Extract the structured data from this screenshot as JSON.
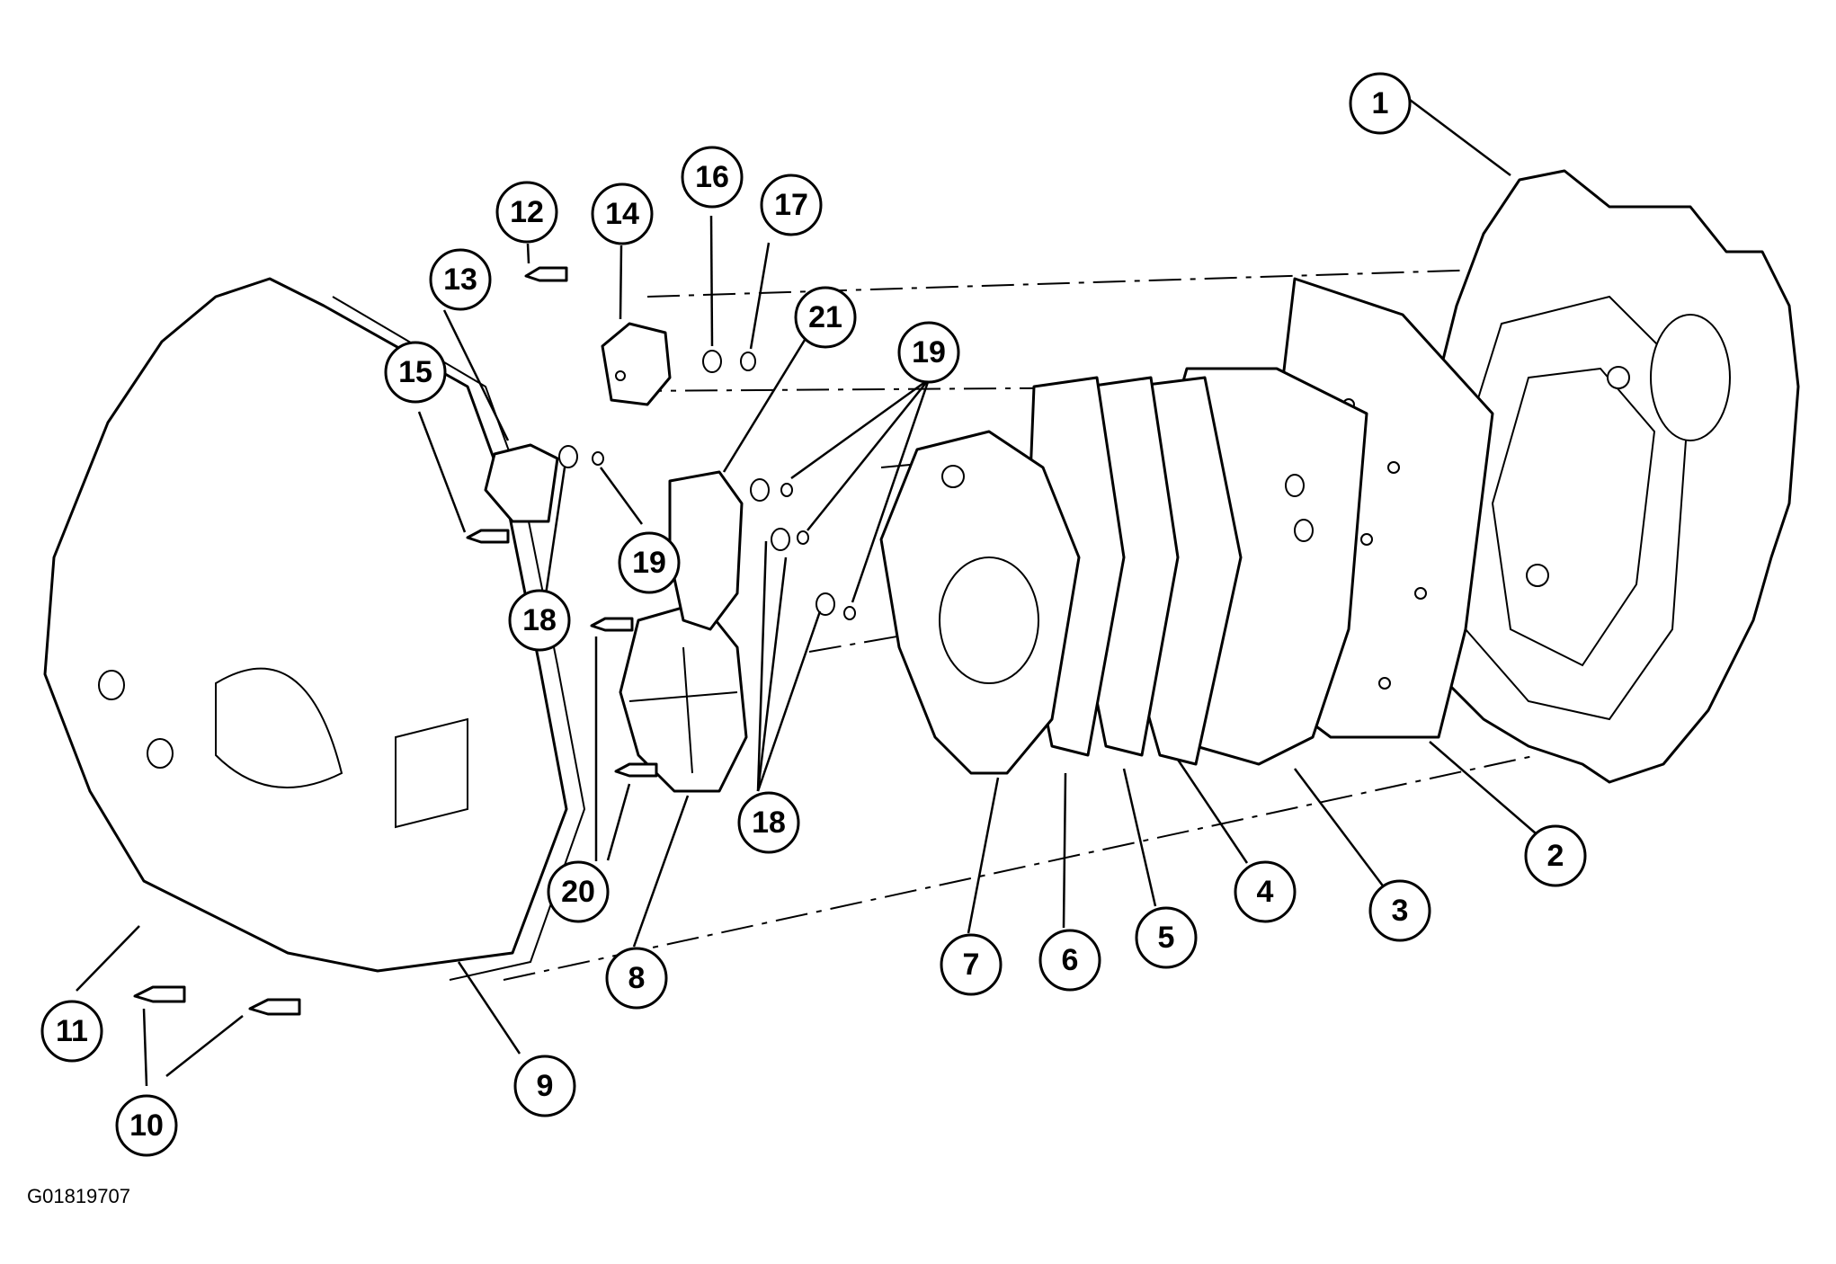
{
  "figure_id": "G01819707",
  "callouts": [
    {
      "label": "1"
    },
    {
      "label": "2"
    },
    {
      "label": "3"
    },
    {
      "label": "4"
    },
    {
      "label": "5"
    },
    {
      "label": "6"
    },
    {
      "label": "7"
    },
    {
      "label": "8"
    },
    {
      "label": "9"
    },
    {
      "label": "10"
    },
    {
      "label": "11"
    },
    {
      "label": "12"
    },
    {
      "label": "13"
    },
    {
      "label": "14"
    },
    {
      "label": "15"
    },
    {
      "label": "16"
    },
    {
      "label": "17"
    },
    {
      "label": "18"
    },
    {
      "label": "18"
    },
    {
      "label": "19"
    },
    {
      "label": "19"
    },
    {
      "label": "20"
    },
    {
      "label": "21"
    }
  ],
  "colors": {
    "ink": "#000000",
    "paper": "#ffffff"
  }
}
